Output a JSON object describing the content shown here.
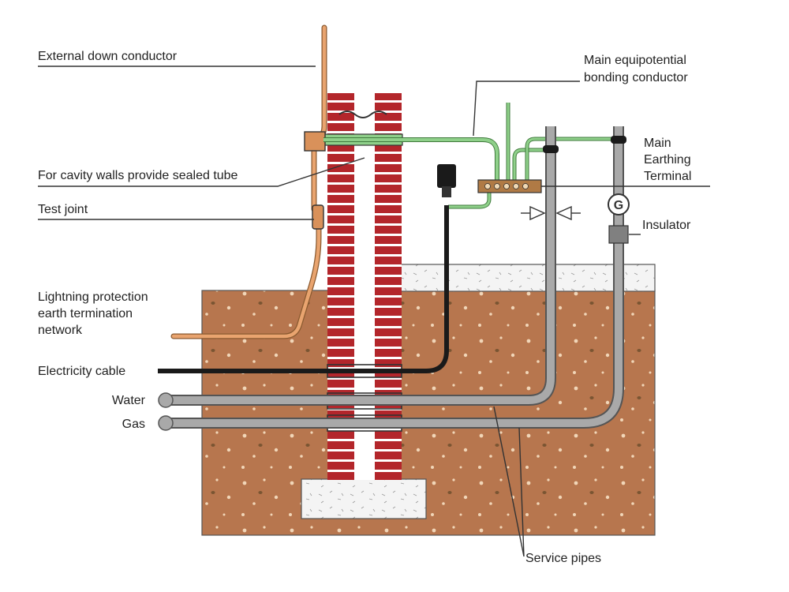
{
  "labels": {
    "external_down_conductor": "External down conductor",
    "main_bonding_line1": "Main equipotential",
    "main_bonding_line2": "bonding conductor",
    "cavity_walls": "For cavity walls provide sealed tube",
    "main_earthing_line1": "Main",
    "main_earthing_line2": "Earthing",
    "main_earthing_line3": "Terminal",
    "test_joint": "Test joint",
    "insulator": "Insulator",
    "lightning_line1": "Lightning protection",
    "lightning_line2": "earth termination",
    "lightning_line3": "network",
    "electricity_cable": "Electricity cable",
    "water": "Water",
    "gas": "Gas",
    "service_pipes": "Service pipes",
    "gas_meter": "G"
  },
  "colors": {
    "soil": "#b7764e",
    "brick": "#b3262b",
    "mortar": "#ffffff",
    "concrete": "#f4f4f4",
    "pipe": "#a9a9a9",
    "pipe_outline": "#555555",
    "bonding_conductor": "#8fd08a",
    "copper": "#d9915a",
    "cable": "#1a1a1a",
    "terminal_bar": "#b07a45"
  },
  "icons": [
    "gas-meter-icon",
    "valve-icon",
    "insulator-icon"
  ]
}
